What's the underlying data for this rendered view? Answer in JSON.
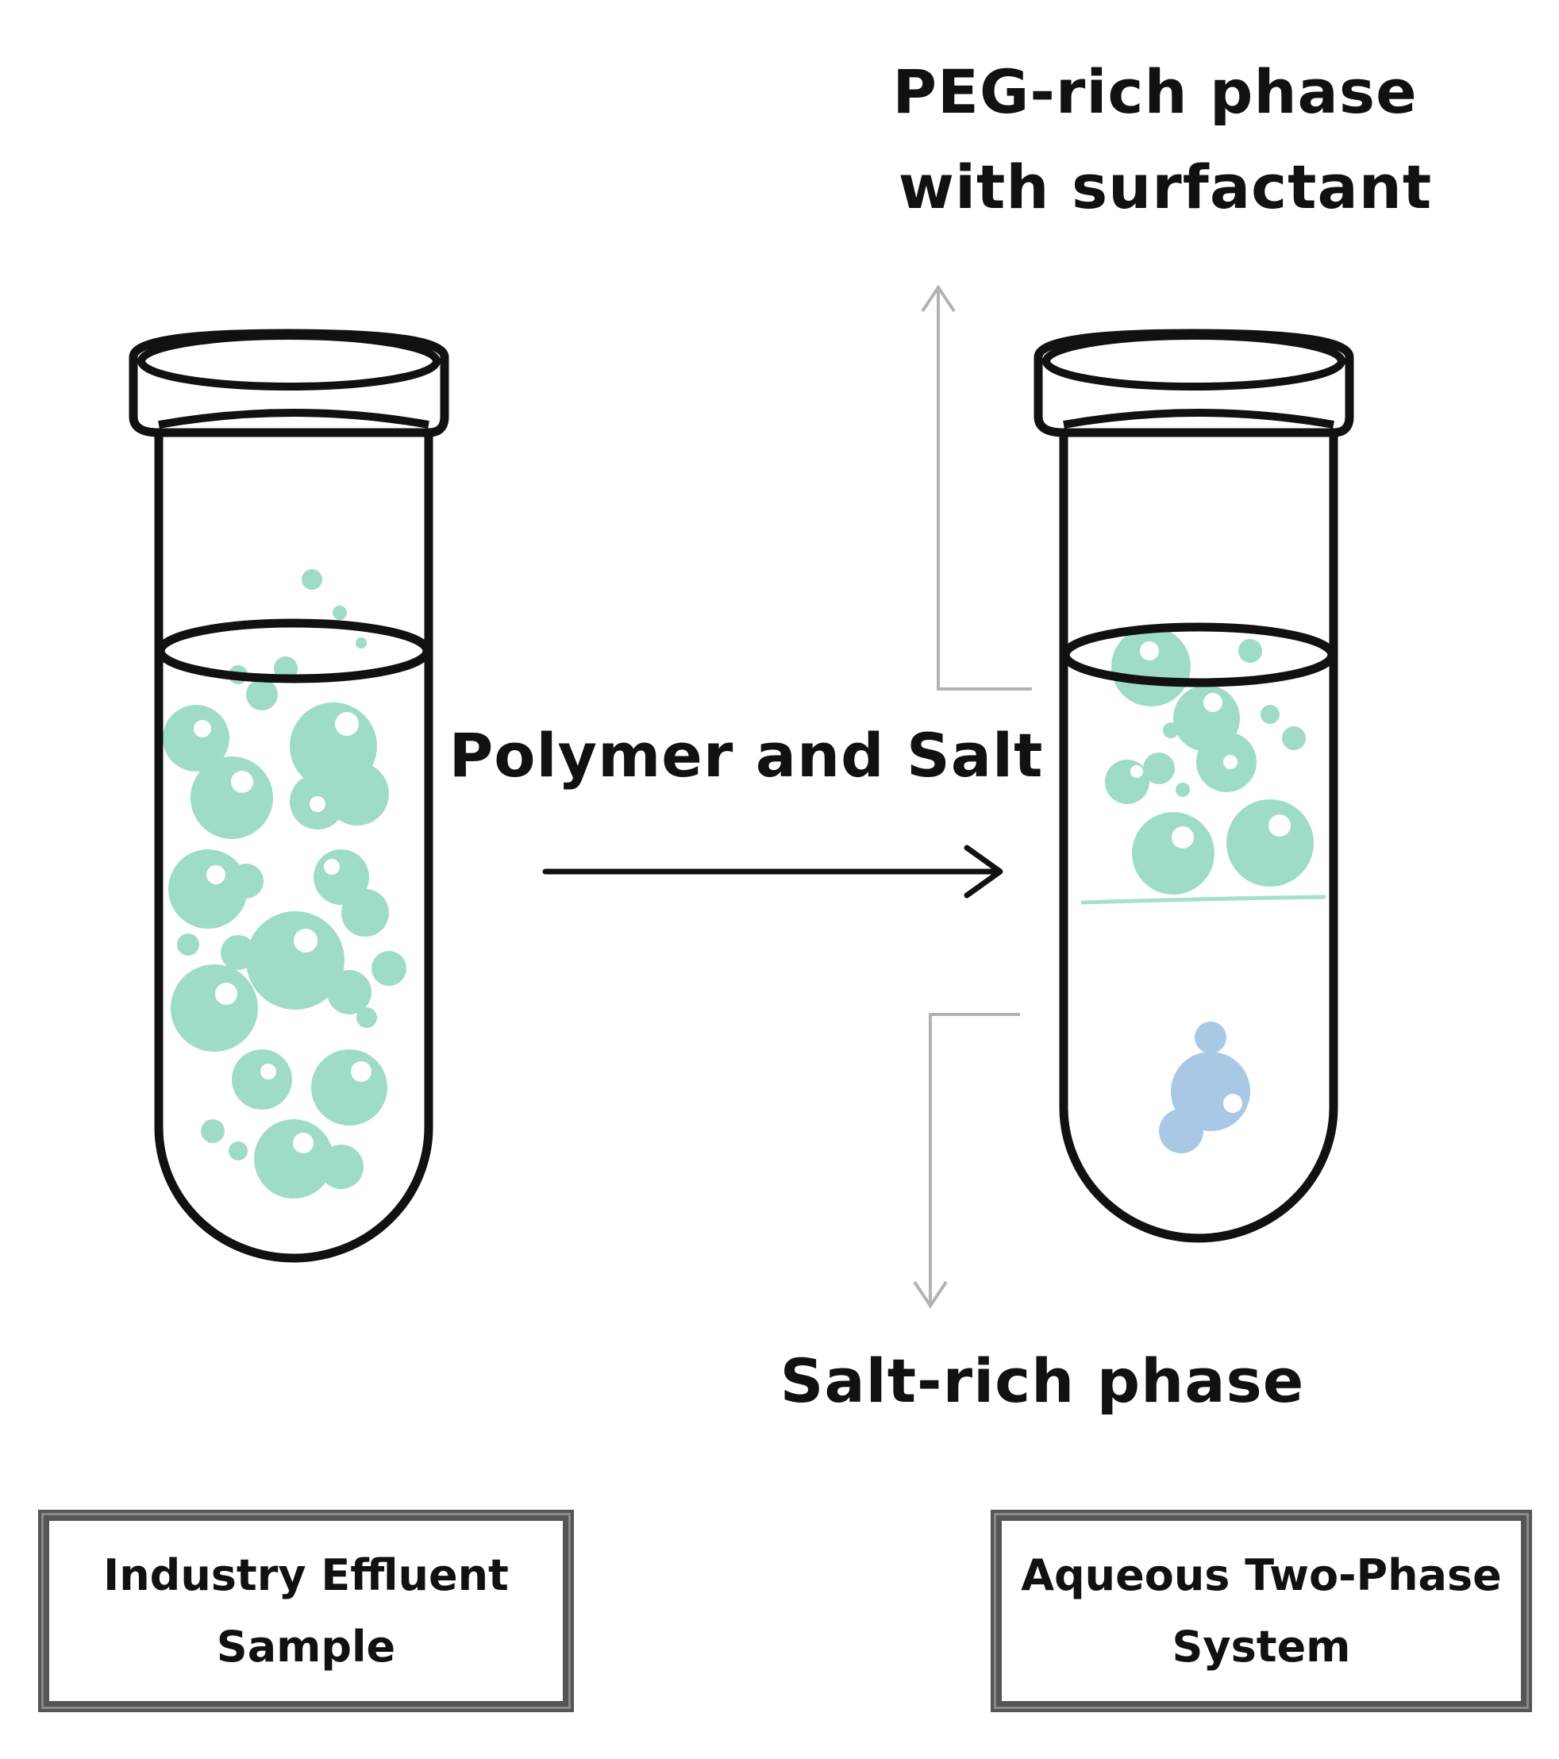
{
  "labels": {
    "peg_phase_line1": "PEG-rich phase",
    "peg_phase_line2": "with surfactant",
    "reagent": "Polymer and Salt",
    "salt_phase": "Salt-rich phase"
  },
  "captions": {
    "left_line1": "Industry Effluent",
    "left_line2": "Sample",
    "right_line1": "Aqueous Two-Phase",
    "right_line2": "System"
  },
  "colors": {
    "outline": "#111111",
    "green_bubble": "#9fdcc7",
    "blue_bubble": "#a8c8e6",
    "pointer_line": "#b3b3b3",
    "interface_line": "#a6e0cb"
  }
}
